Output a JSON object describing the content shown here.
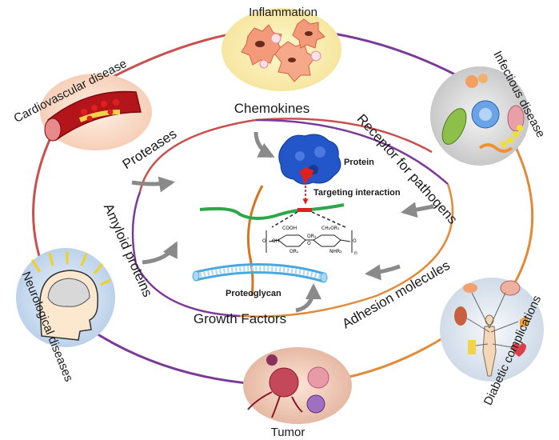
{
  "diseases": {
    "inflammation": "Inflammation",
    "cardiovascular": "Cardiovascular disease",
    "infectious": "Infectious disease",
    "neurological": "Neurological diseases",
    "tumor": "Tumor",
    "diabetic": "Diabetic complications"
  },
  "molecules": {
    "chemokines": "Chemokines",
    "proteases": "Proteases",
    "receptor": "Receptor for pathogens",
    "amyloid": "Amyloid proteins",
    "adhesion": "Adhesion molecules",
    "growth": "Growth Factors"
  },
  "center": {
    "protein": "Protein",
    "targeting": "Targeting interaction",
    "proteoglycan": "Proteoglycan"
  },
  "chemistry": {
    "cooh": "COOH",
    "ch2or1": "CH₂OR₁",
    "oh": "OH",
    "or1_a": "OR₁",
    "or1_b": "OR₁",
    "nhr2": "NHR₂",
    "o_left": "O",
    "o_mid": "O",
    "o_right": "O",
    "n": "n"
  },
  "colors": {
    "ring_red": "#c8504e",
    "ring_purple": "#7b3a9a",
    "ring_orange": "#e08a3a",
    "chain_green": "#2aa84a",
    "core_orange": "#d9731f",
    "proteoglycan_blue": "#4aa8e0",
    "protein_blue": "#2356c8",
    "arrow_gray": "#8a8a8a"
  }
}
